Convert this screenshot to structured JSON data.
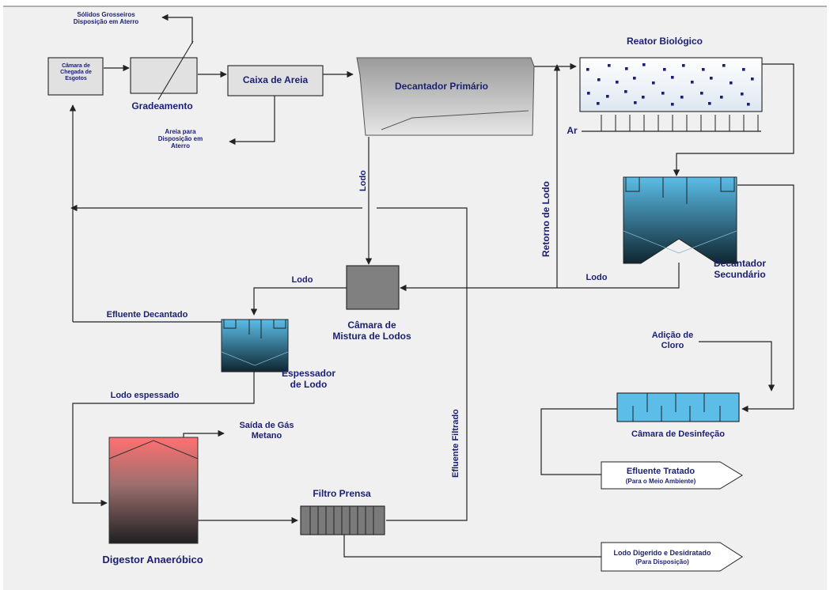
{
  "colors": {
    "background": "#f0f0f0",
    "line": "#222222",
    "text": "#1b1f73",
    "tank_blue": "#5bbde8",
    "tank_dark": "#0f2630",
    "digester_top": "#ff7070",
    "air_dots": "#1b1f73"
  },
  "labels": {
    "solidos": "Sólidos Grosseiros\nDisposição em Aterro",
    "camara_chegada": "Câmara de\nChegada de\nEsgotos",
    "gradeamento": "Gradeamento",
    "caixa_areia": "Caixa de Areia",
    "areia_disposicao": "Areia para\nDisposição em\nAterro",
    "decantador_primario": "Decantador Primário",
    "reator_biologico": "Reator Biológico",
    "ar": "Ar",
    "lodo_vertical": "Lodo",
    "retorno_lodo": "Retorno de Lodo",
    "decantador_secundario": "Decantador\nSecundário",
    "lodo_secundario": "Lodo",
    "camara_mistura": "Câmara de\nMistura de Lodos",
    "lodo_espessador": "Lodo",
    "efluente_decantado": "Efluente  Decantado",
    "espessador": "Espessador\nde Lodo",
    "lodo_espessado": "Lodo espessado",
    "adicao_cloro": "Adição de\nCloro",
    "camara_desinfeccao": "Câmara de Desinfeção",
    "efluente_filtrado": "Efluente Filtrado",
    "saida_gas": "Saída de Gás\nMetano",
    "efluente_tratado": "Efluente Tratado",
    "efluente_tratado_sub": "(Para o Meio Ambiente)",
    "filtro_prensa": "Filtro Prensa",
    "digestor": "Digestor Anaeróbico",
    "lodo_digerido": "Lodo Digerido e Desidratado",
    "lodo_digerido_sub": "(Para Disposição)"
  }
}
